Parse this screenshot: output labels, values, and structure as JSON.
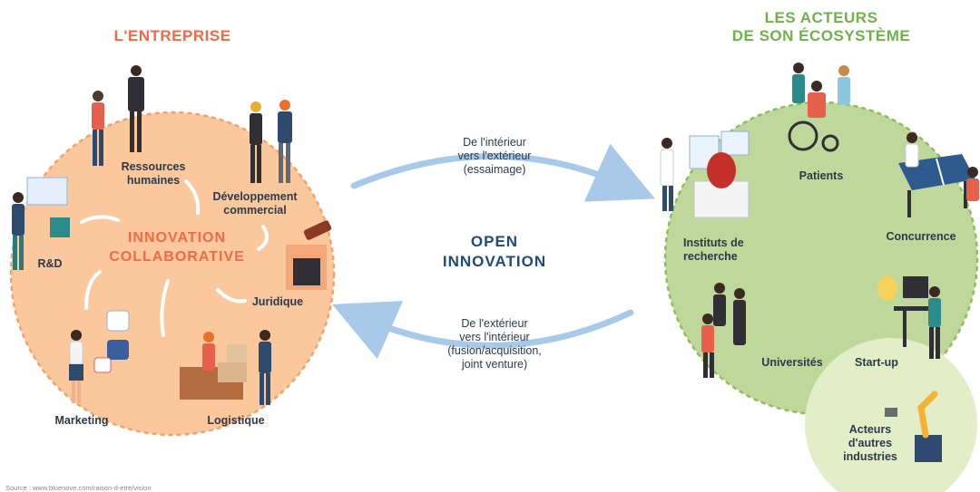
{
  "colors": {
    "enterprise_fill": "#fbc79c",
    "enterprise_border": "#f2a36d",
    "enterprise_title": "#ef6a45",
    "ecosystem_fill": "#bfd79a",
    "ecosystem_border": "#8bbf5a",
    "ecosystem_title": "#6fb24a",
    "extra_fill": "#e3edc8",
    "arrow": "#a9c9e8",
    "open_innovation": "#1f4b7a"
  },
  "enterprise": {
    "title": "L'ENTREPRISE",
    "center": [
      "INNOVATION",
      "COLLABORATIVE"
    ],
    "departments": {
      "rh": "Ressources humaines",
      "dev": "Développement commercial",
      "rd": "R&D",
      "juridique": "Juridique",
      "marketing": "Marketing",
      "logistique": "Logistique"
    }
  },
  "ecosystem": {
    "title_line1": "LES ACTEURS",
    "title_line2": "DE SON ÉCOSYSTÈME",
    "actors": {
      "instituts": "Instituts de recherche",
      "patients": "Patients",
      "concurrence": "Concurrence",
      "universites": "Universités",
      "startup": "Start-up",
      "autres": "Acteurs d'autres industries"
    }
  },
  "flows": {
    "inside_out": [
      "De l'intérieur",
      "vers l'extérieur",
      "(essaimage)"
    ],
    "outside_in": [
      "De l'extérieur",
      "vers l'intérieur",
      "(fusion/acquisition,",
      "joint venture)"
    ],
    "center_line1": "OPEN",
    "center_line2": "INNOVATION"
  },
  "source": "Source : www.bluenove.com/raison-d-etre/vision"
}
